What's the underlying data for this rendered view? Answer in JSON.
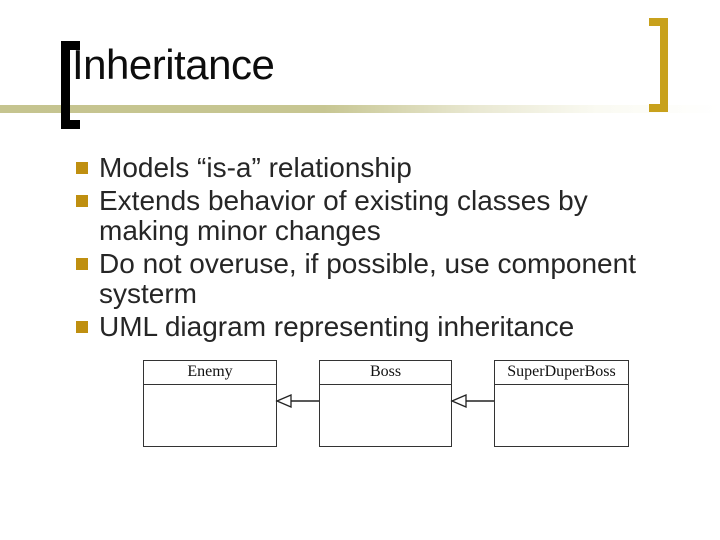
{
  "slide": {
    "title": "Inheritance",
    "bullets": [
      {
        "lines": [
          "Models “is-a” relationship"
        ]
      },
      {
        "lines": [
          "Extends behavior of existing classes by",
          "making minor changes"
        ]
      },
      {
        "lines": [
          "Do not overuse, if possible, use component",
          "systerm"
        ]
      },
      {
        "lines": [
          "UML diagram representing inheritance"
        ]
      }
    ],
    "uml": {
      "classes": [
        {
          "name": "Enemy"
        },
        {
          "name": "Boss"
        },
        {
          "name": "SuperDuperBoss"
        }
      ],
      "relations": [
        {
          "from": "Boss",
          "to": "Enemy",
          "type": "inheritance"
        },
        {
          "from": "SuperDuperBoss",
          "to": "Boss",
          "type": "inheritance"
        }
      ]
    },
    "colors": {
      "bullet_gold": "#BF8F10",
      "bracket_gold": "#C8A11C",
      "divider_olive": "#C5C48F",
      "body_text": "#262626",
      "title_text": "#0d0d0d"
    }
  }
}
